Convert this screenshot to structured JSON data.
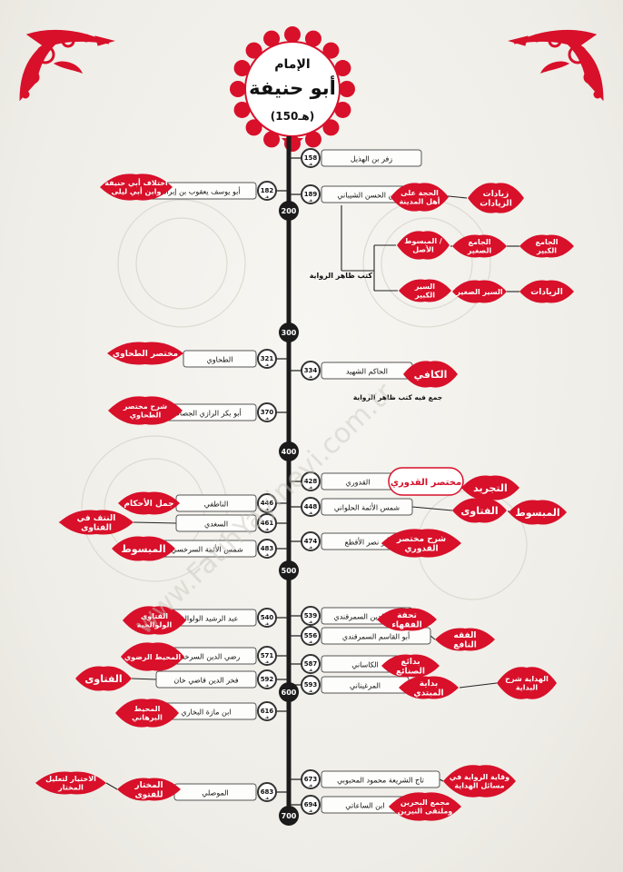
{
  "title": {
    "prefix": "الإمام",
    "name": "أبو حنيفة",
    "date": "(150هـ)"
  },
  "watermark": "www.FatihYayinevi.com.tr",
  "timeline": {
    "centuries": [
      {
        "label": "200",
        "unit": "هـ"
      },
      {
        "label": "300",
        "unit": "هـ"
      },
      {
        "label": "400",
        "unit": "هـ"
      },
      {
        "label": "500",
        "unit": "هـ"
      },
      {
        "label": "600",
        "unit": "هـ"
      },
      {
        "label": "700",
        "unit": "هـ"
      }
    ]
  },
  "scholars": {
    "zufar": {
      "name": "زفر بن الهذيل",
      "year": "158"
    },
    "abu_yusuf": {
      "name": "أبو يوسف يعقوب بن إبراهيم",
      "year": "182"
    },
    "shaybani": {
      "name": "محمد بن الحسن الشيباني",
      "year": "189"
    },
    "tahawi": {
      "name": "الطحاوي",
      "year": "321"
    },
    "hakim": {
      "name": "الحاكم الشهيد",
      "year": "334"
    },
    "jassas": {
      "name": "أبو بكر الرازي الجصاص",
      "year": "370"
    },
    "quduri": {
      "name": "القدوري",
      "year": "428"
    },
    "natifi": {
      "name": "الناطفي",
      "year": "446"
    },
    "halwani": {
      "name": "شمس الأئمة الحلواني",
      "year": "448"
    },
    "sughdi": {
      "name": "السغدي",
      "year": "461"
    },
    "aqta": {
      "name": "أبو نصر الأقطع",
      "year": "474"
    },
    "sarakhsi": {
      "name": "شمس الأئمة السرخسي",
      "year": "483"
    },
    "samarqandi_a": {
      "name": "علاء الدين السمرقندي",
      "year": "539"
    },
    "walwaliji": {
      "name": "عبد الرشيد الولوالجي",
      "year": "540"
    },
    "samarqandi_b": {
      "name": "أبو القاسم السمرقندي",
      "year": "556"
    },
    "radi": {
      "name": "رضي الدين السرخسي",
      "year": "571"
    },
    "kasani": {
      "name": "الكاساني",
      "year": "587"
    },
    "qadikhan": {
      "name": "فخر الدين قاضي خان",
      "year": "592"
    },
    "marghinani": {
      "name": "المرغيناني",
      "year": "593"
    },
    "mazah": {
      "name": "ابن مازة البخاري",
      "year": "616"
    },
    "mahbubi": {
      "name": "تاج الشريعة محمود المحبوبي",
      "year": "673"
    },
    "mawsili": {
      "name": "الموصلي",
      "year": "683"
    },
    "saati": {
      "name": "ابن الساعاتي",
      "year": "694"
    }
  },
  "books": {
    "abu_yusuf_book": "اختلاف أبي حنيفة وابن أبي ليلى",
    "hujja": "الحجة على أهل المدينة",
    "ziyadat_ziyadat": "زيادات الزيادات",
    "mabsut_asl": "المبسوط / الأصل",
    "jami_saghir": "الجامع الصغير",
    "jami_kabir": "الجامع الكبير",
    "siyar_kabir": "السير الكبير",
    "siyar_saghir": "السير الصغير",
    "ziyadat": "الزيادات",
    "zahir_label": "كتب ظاهر الرواية",
    "mukhtasar_tahawi": "مختصر الطحاوي",
    "kafi": "الكافي",
    "kafi_note": "جمع فيه كتب ظاهر الرواية",
    "sharh_mukhtasar_tahawi": "شرح مختصر الطحاوي",
    "tajrid": "التجريد",
    "mukhtasar_quduri_badge": "مختصر القدوري",
    "mabsut_halwani": "المبسوط",
    "fatawa_halwani": "الفتاوى",
    "ahkam": "جمل الأحكام",
    "nutaf": "النتف في الفتاوى",
    "sharh_quduri": "شرح مختصر القدوري",
    "mabsut_sarakhsi": "المبسوط",
    "tuhfa": "تحفة الفقهاء",
    "fatawa_walwalijiya": "الفتاوى الولوالجية",
    "fiqh_nafi": "الفقه النافع",
    "muhit_radawi": "المحيط الرضوي",
    "badai": "بدائع الصنائع",
    "fatawa_qadikhan": "الفتاوى",
    "bidaya": "بداية المبتدي",
    "hidaya": "الهداية شرح البداية",
    "muhit_burhani": "المحيط البرهاني",
    "wiqaya": "وقاية الرواية في مسائل الهداية",
    "mukhtar": "المختار للفتوى",
    "ikhtiyar": "الاختيار لتعليل المختار",
    "majma": "مجمع البحرين وملتقى النيرين"
  },
  "colors": {
    "accent": "#d8102a",
    "line": "#1b1b1b",
    "box_border": "#555555"
  }
}
